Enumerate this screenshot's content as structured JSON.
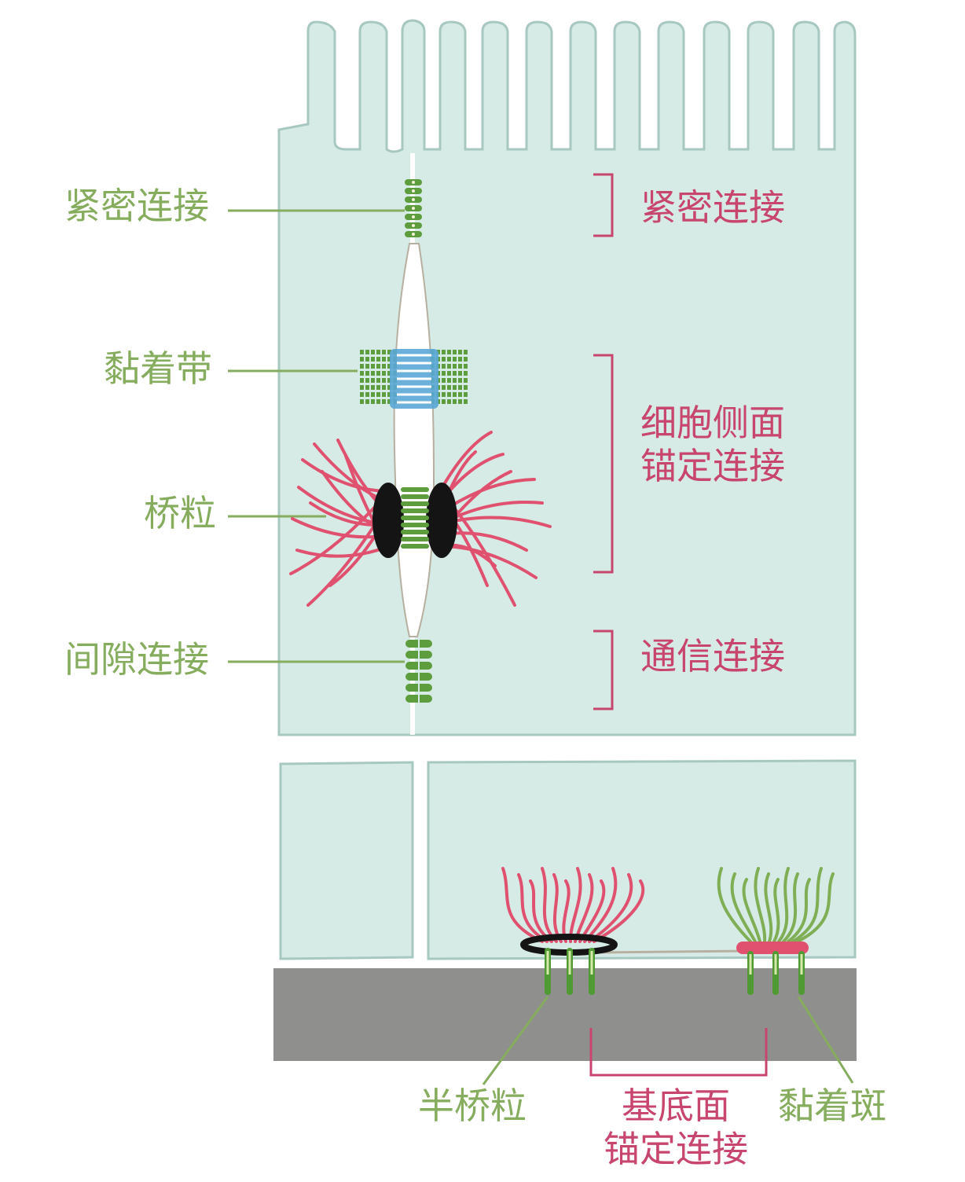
{
  "left_labels": {
    "tight_junction": "紧密连接",
    "adherens_belt": "黏着带",
    "desmosome": "桥粒",
    "gap_junction": "间隙连接"
  },
  "right_labels": {
    "tight_junction": "紧密连接",
    "lateral_anchoring_line1": "细胞侧面",
    "lateral_anchoring_line2": "锚定连接",
    "communication_junction": "通信连接"
  },
  "bottom_labels": {
    "hemidesmosome": "半桥粒",
    "basal_anchoring_line1": "基底面",
    "basal_anchoring_line2": "锚定连接",
    "focal_adhesion": "黏着斑"
  },
  "colors": {
    "cell": "#d6ebe6",
    "cell_edge": "#a7c8c0",
    "label_green": "#86ad5e",
    "label_red": "#c8456e",
    "filament_red": "#e0506f",
    "filament_green": "#5e9d3e",
    "adhesion_blue": "#5aa7d6",
    "plaque": "#141414",
    "basal_lamina": "#8f8f8e"
  }
}
